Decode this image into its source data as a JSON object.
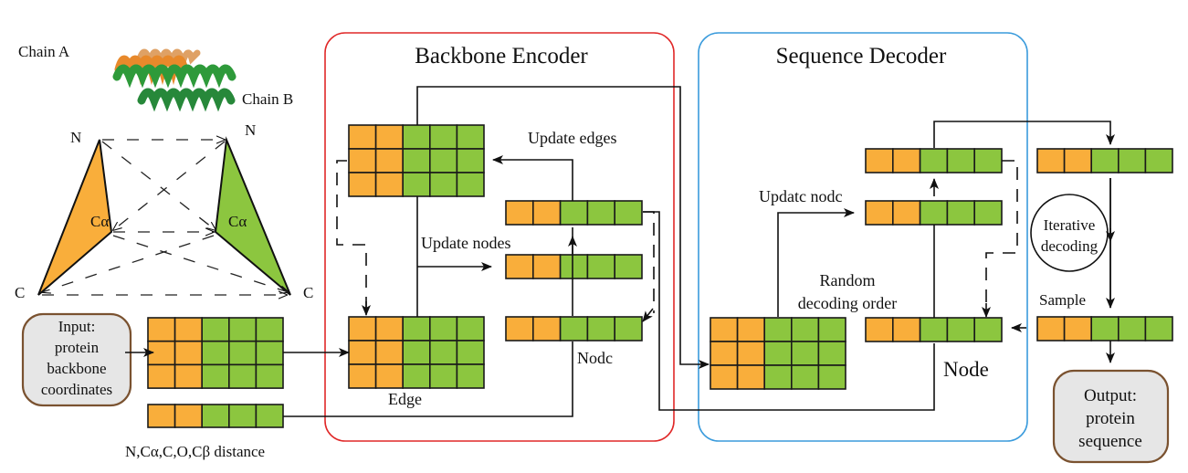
{
  "figure": {
    "colors": {
      "orange": "#F9AE3B",
      "green": "#8CC63F",
      "encoder_border": "#E02828",
      "decoder_border": "#3A9BDC",
      "io_box_fill": "#E6E6E6",
      "io_box_border": "#7A5230",
      "protein_chain_a": "#E8892B",
      "protein_chain_b": "#2E9A3A"
    },
    "protein": {
      "chain_a_label": "Chain A",
      "chain_b_label": "Chain B"
    },
    "backbone_triangles": {
      "left": {
        "n_label": "N",
        "ca_label": "Cα",
        "c_label": "C"
      },
      "right": {
        "n_label": "N",
        "ca_label": "Cα",
        "c_label": "C"
      }
    },
    "input_box": {
      "lines": [
        "Input:",
        "protein",
        "backbone",
        "coordinates"
      ]
    },
    "distance_caption": "N,Cα,C,O,Cβ distance",
    "encoder": {
      "title": "Backbone Encoder",
      "update_edges_label": "Update edges",
      "update_nodes_label": "Update nodes",
      "edge_label": "Edge",
      "node_label": "Nodc"
    },
    "decoder": {
      "title": "Sequence Decoder",
      "update_node_label": "Updatc nodc",
      "random_order_label_line1": "Random",
      "random_order_label_line2": "decoding order",
      "node_label": "Node"
    },
    "iterative": {
      "line1": "Iterative",
      "line2": "decoding"
    },
    "sample_label": "Sample",
    "output_box": {
      "lines": [
        "Output:",
        "protein",
        "sequence"
      ]
    },
    "grid_pattern": {
      "orange_columns": 2,
      "green_columns": 3,
      "matrix_rows": 3
    }
  }
}
